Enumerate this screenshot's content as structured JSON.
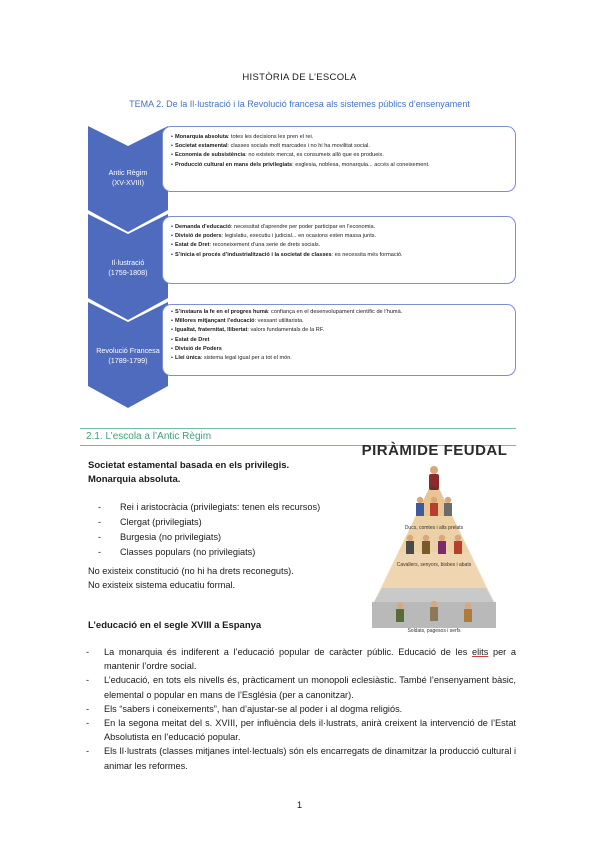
{
  "header": {
    "title": "HISTÒRIA DE L’ESCOLA",
    "subtitle": "TEMA 2. De la Il·lustració i la Revolució francesa als sistemes públics d’ensenyament"
  },
  "timeline": [
    {
      "label": "Antic Règim",
      "period": "(XV-XVIII)",
      "items": [
        {
          "term": "Monarquia absoluta",
          "text": ": totes les decisions les pren el rei."
        },
        {
          "term": "Societat estamental",
          "text": ": classes socials molt marcades i no hi ha movilitat social."
        },
        {
          "term": "Economia de subsistència",
          "text": ": no existeix mercat, es consumeix allò que es produeix."
        },
        {
          "term": "Producció cultural en mans dels privilegiats",
          "text": ": esglesia, noblesa, monarquia... accés al coneixement."
        }
      ]
    },
    {
      "label": "Il·lustració",
      "period": "(1759-1808)",
      "items": [
        {
          "term": "Demanda d’educació",
          "text": ": necessitat d’aprendre per poder participar en l’economia."
        },
        {
          "term": "Divisió de poders",
          "text": ": legislatiu, executiu i judicial... en ocasions esten massa junts."
        },
        {
          "term": "Estat de Dret",
          "text": ": reconeixement d’una serie de drets socials."
        },
        {
          "term": "S’inicia el procés d’industrialització i la societat de classes",
          "text": ": es necessita més formació."
        }
      ]
    },
    {
      "label": "Revolució Francesa",
      "period": "(1789-1799)",
      "items": [
        {
          "term": "S’instaura la fe en el progres humà",
          "text": ": confiança en el desenvolupament científic de l’humà."
        },
        {
          "term": "Millores mitjançant l’educació",
          "text": ": vessant utilitarista."
        },
        {
          "term": "Igualtat, fraternitat, llibertat",
          "text": ": valors fundamentals de la RF."
        },
        {
          "term": "Estat de Dret",
          "text": ""
        },
        {
          "term": "Divisió de Poders",
          "text": ""
        },
        {
          "term": "Llei única",
          "text": ": sistema legal igual per a tot el món."
        }
      ]
    }
  ],
  "section": {
    "heading": "2.1. L’escola a l’Antic Règim",
    "intro_1": "Societat estamental basada en els privilegis.",
    "intro_2": "Monarquia absoluta.",
    "classes": [
      "Rei i aristocràcia (privilegiats: tenen els recursos)",
      "Clergat (privilegiats)",
      "Burgesia (no privilegiats)",
      "Classes populars (no privilegiats)"
    ],
    "note_1": "No existeix constitució (no hi ha drets reconeguts).",
    "note_2": "No existeix sistema educatiu formal.",
    "subheading": "L’educació en el segle XVIII a Espanya",
    "points": [
      {
        "pre": "La monarquia és indiferent a l’educació popular de caràcter públic. Educació de les ",
        "mark": "elits",
        "post": " per a mantenir l’ordre social."
      },
      {
        "pre": "L’educació, en tots els nivells és, pràcticament un monopoli eclesiàstic. També l’ensenyament bàsic, elemental o popular en mans de l’Església (per a canonitzar).",
        "mark": "",
        "post": ""
      },
      {
        "pre": "Els “sabers i coneixements”, han d’ajustar-se al poder i al dogma religiós.",
        "mark": "",
        "post": ""
      },
      {
        "pre": "En la segona meitat del s. XVIII, per influència dels il·lustrats, anirà creixent la intervenció de l’Estat Absolutista en l’educació popular.",
        "mark": "",
        "post": ""
      },
      {
        "pre": "Els Il·lustrats (classes mitjanes intel·lectuals) són els encarregats de dinamitzar la producció cultural i animar les reformes.",
        "mark": "",
        "post": ""
      }
    ]
  },
  "pyramid": {
    "title": "PIRÀMIDE FEUDAL",
    "levels": [
      "Rei",
      "Ducs, comtes i alts prelats",
      "Cavallers, senyors, bisbes i abats",
      "Soldats, pagesos i serfs"
    ]
  },
  "footer": {
    "page": "1"
  },
  "colors": {
    "chevron": "#4f6bbd",
    "box_border": "#7c8fcf",
    "accent_blue": "#4472c4",
    "section_green": "#3f9f7a"
  }
}
